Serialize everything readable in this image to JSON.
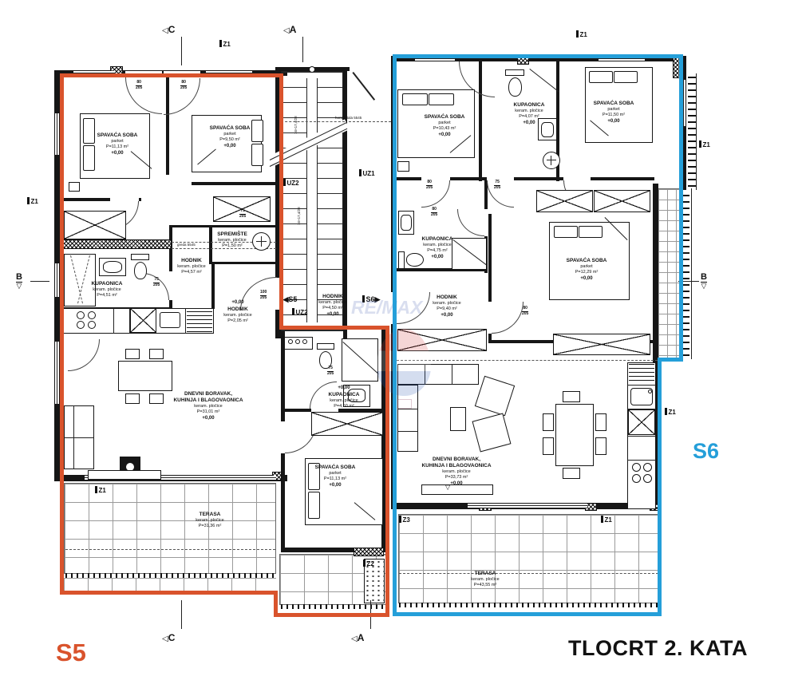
{
  "title": "TLOCRT 2. KATA",
  "apartments": {
    "s5": {
      "label": "S5",
      "color": "#d9532c"
    },
    "s6": {
      "label": "S6",
      "color": "#259fd9"
    }
  },
  "rooms": [
    {
      "n": "SPAVAĆA SOBA",
      "n2": "",
      "f": "parket",
      "a": "P=11,13 m²",
      "e": "+0,00"
    },
    {
      "n": "SPAVAĆA SOBA",
      "n2": "",
      "f": "parket",
      "a": "P=9,50 m²",
      "e": "+0,00"
    },
    {
      "n": "SPREMIŠTE",
      "n2": "",
      "f": "keram. pločice",
      "a": "P=1,50 m²",
      "e": ""
    },
    {
      "n": "HODNIK",
      "n2": "",
      "f": "keram. pločice",
      "a": "P=4,57 m²",
      "e": ""
    },
    {
      "n": "KUPAONICA",
      "n2": "",
      "f": "keram. pločice",
      "a": "P=4,51 m²",
      "e": ""
    },
    {
      "n": "HODNIK",
      "n2": "",
      "f": "keram. pločice",
      "a": "P=2,05 m²",
      "e": "+0,00"
    },
    {
      "n": "DNEVNI BORAVAK,",
      "n2": "KUHINJA I BLAGOVAONICA",
      "f": "keram. pločice",
      "a": "P=31,01 m²",
      "e": "+0,00"
    },
    {
      "n": "KUPAONICA",
      "n2": "",
      "f": "keram. pločice",
      "a": "P=4,50 m²",
      "e": "+0,00"
    },
    {
      "n": "SPAVAĆA SOBA",
      "n2": "",
      "f": "parket",
      "a": "P=11,13 m²",
      "e": "+0,00"
    },
    {
      "n": "TERASA",
      "n2": "",
      "f": "keram. pločice",
      "a": "P=31,36 m²",
      "e": ""
    },
    {
      "n": "SPAVAĆA SOBA",
      "n2": "",
      "f": "parket",
      "a": "P=10,43 m²",
      "e": "+0,00"
    },
    {
      "n": "KUPAONICA",
      "n2": "",
      "f": "keram. pločice",
      "a": "P=4,07 m²",
      "e": "+0,00"
    },
    {
      "n": "SPAVAĆA SOBA",
      "n2": "",
      "f": "parket",
      "a": "P=11,50 m²",
      "e": "+0,00"
    },
    {
      "n": "KUPAONICA",
      "n2": "",
      "f": "keram. pločice",
      "a": "P=4,75 m²",
      "e": "+0,00"
    },
    {
      "n": "HODNIK",
      "n2": "",
      "f": "keram. pločice",
      "a": "P=9,40 m²",
      "e": "+0,00"
    },
    {
      "n": "SPAVAĆA SOBA",
      "n2": "",
      "f": "parket",
      "a": "P=12,29 m²",
      "e": "+0,00"
    },
    {
      "n": "DNEVNI BORAVAK,",
      "n2": "KUHINJA I BLAGOVAONICA",
      "f": "keram. pločice",
      "a": "P=33,73 m²",
      "e": "+0,00"
    },
    {
      "n": "TERASA",
      "n2": "",
      "f": "keram. pločice",
      "a": "P=43,55 m²",
      "e": ""
    },
    {
      "n": "HODNIK",
      "n2": "",
      "f": "keram. pločice",
      "a": "P=4,50 m²",
      "e": "+0,00"
    }
  ],
  "stair": {
    "uz1": "UZ1",
    "uz2_top": "UZ2",
    "uz2_bottom": "UZ2",
    "flight_note": "16×17,4/28",
    "beam_note": "horizontala 5545",
    "beam_note2": "greda 5545",
    "entry_s5": "◀S5",
    "entry_s6": "S6▶"
  },
  "sections": {
    "c": "C",
    "a": "A",
    "b": "B",
    "tri_left": "◁",
    "tri_down": "▽"
  },
  "zmarks": [
    "Z1",
    "Z1",
    "Z1",
    "Z1",
    "Z1",
    "Z1",
    "Z1",
    "Z3",
    "Z2"
  ],
  "dims": [
    {
      "w": "80",
      "h": "205"
    },
    {
      "w": "80",
      "h": "205"
    },
    {
      "w": "75",
      "h": "205"
    },
    {
      "w": "75",
      "h": "205"
    },
    {
      "w": "100",
      "h": "205"
    },
    {
      "w": "75",
      "h": "205"
    },
    {
      "w": "80",
      "h": "205"
    },
    {
      "w": "75",
      "h": "205"
    },
    {
      "w": "80",
      "h": "205"
    },
    {
      "w": "80",
      "h": "205"
    }
  ],
  "watermark": {
    "brand": "RE/MAX"
  }
}
